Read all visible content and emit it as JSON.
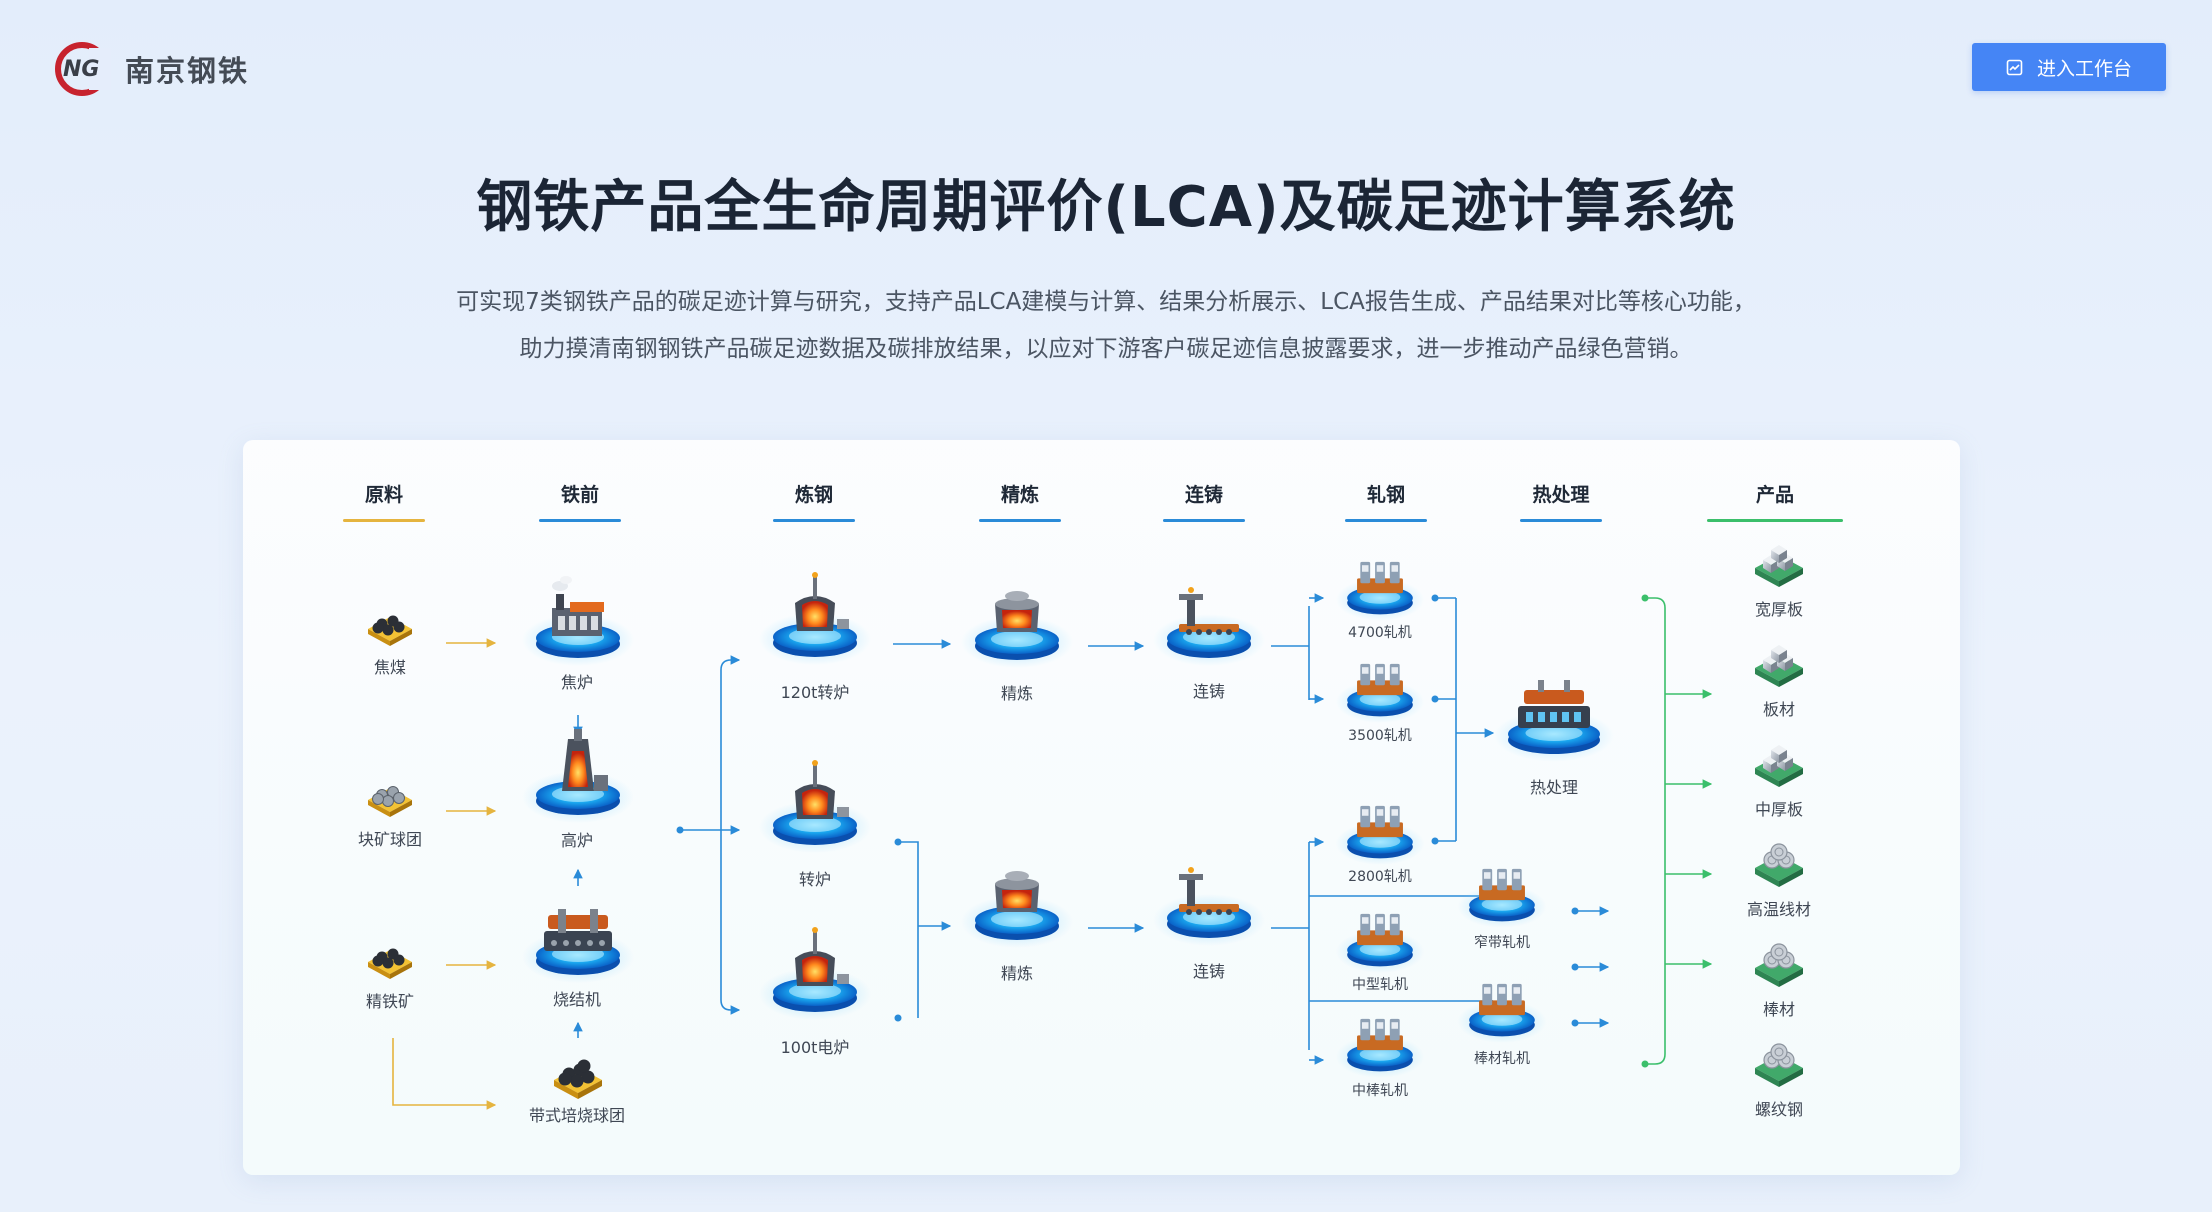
{
  "header": {
    "logo_text": "南京钢铁",
    "enter_button": "进入工作台"
  },
  "title": "钢铁产品全生命周期评价(LCA)及碳足迹计算系统",
  "description": [
    "可实现7类钢铁产品的碳足迹计算与研究，支持产品LCA建模与计算、结果分析展示、LCA报告生成、产品结果对比等核心功能，",
    "助力摸清南钢钢铁产品碳足迹数据及碳排放结果，以应对下游客户碳足迹信息披露要求，进一步推动产品绿色营销。"
  ],
  "colors": {
    "accent": "#4585f5",
    "gold": "#e5b43f",
    "blue": "#2a8bd8",
    "green": "#3bbf6b"
  },
  "stages": [
    {
      "label": "原料",
      "color": "#e5b43f"
    },
    {
      "label": "铁前",
      "color": "#2a8bd8"
    },
    {
      "label": "炼钢",
      "color": "#2a8bd8"
    },
    {
      "label": "精炼",
      "color": "#2a8bd8"
    },
    {
      "label": "连铸",
      "color": "#2a8bd8"
    },
    {
      "label": "轧钢",
      "color": "#2a8bd8"
    },
    {
      "label": "热处理",
      "color": "#2a8bd8"
    },
    {
      "label": "产品",
      "color": "#3bbf6b"
    }
  ],
  "raw_materials": [
    "焦煤",
    "块矿球团",
    "精铁矿"
  ],
  "iron_making": [
    "焦炉",
    "高炉",
    "烧结机",
    "带式培烧球团"
  ],
  "steelmaking": [
    "120t转炉",
    "转炉",
    "100t电炉"
  ],
  "refining": [
    "精炼",
    "精炼"
  ],
  "casting": [
    "连铸",
    "连铸"
  ],
  "rolling": [
    "4700轧机",
    "3500轧机",
    "2800轧机",
    "中型轧机",
    "中棒轧机",
    "窄带轧机",
    "棒材轧机"
  ],
  "heat_treatment": "热处理",
  "products": [
    "宽厚板",
    "板材",
    "中厚板",
    "高温线材",
    "棒材",
    "螺纹钢"
  ]
}
